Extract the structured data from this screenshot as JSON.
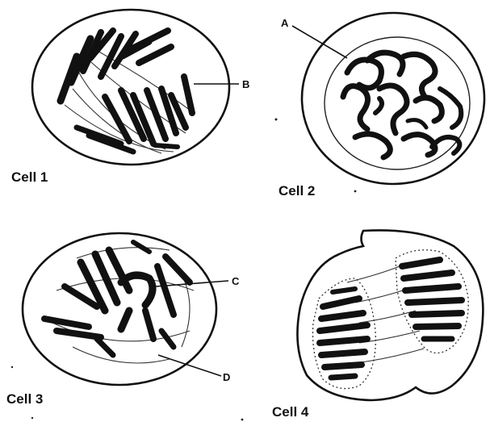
{
  "cells": [
    {
      "label": "Cell 1",
      "markers": [
        "B"
      ]
    },
    {
      "label": "Cell 2",
      "markers": [
        "A"
      ]
    },
    {
      "label": "Cell 3",
      "markers": [
        "C",
        "D"
      ]
    },
    {
      "label": "Cell 4",
      "markers": []
    }
  ]
}
